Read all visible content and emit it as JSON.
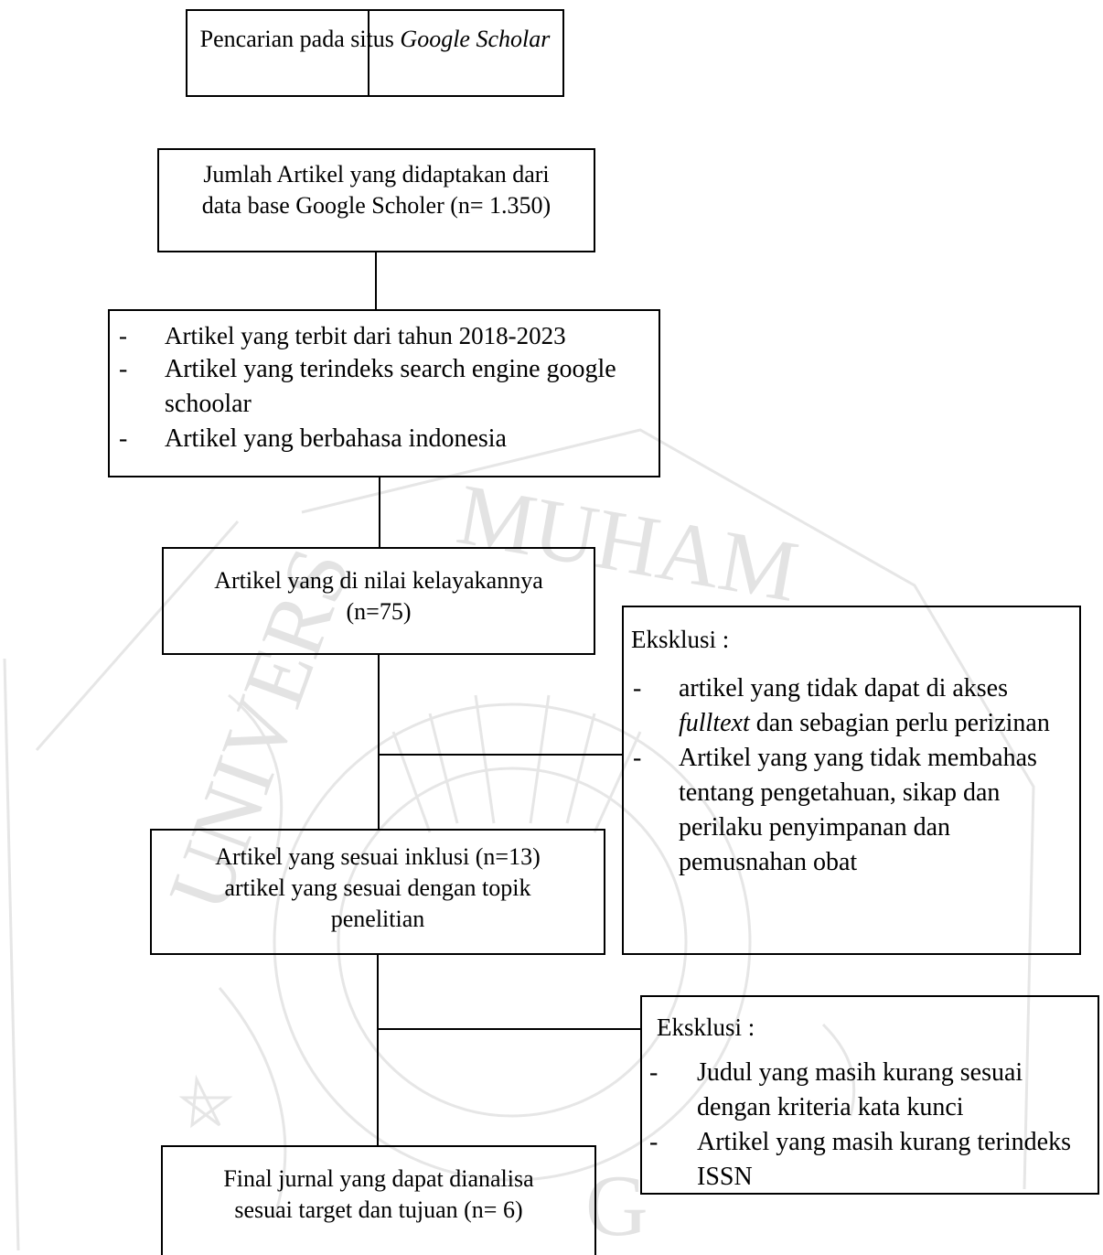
{
  "box1": {
    "text": "Pencarian pada situs ",
    "italic": "Google Scholar"
  },
  "box2": {
    "line1": "Jumlah Artikel yang didaptakan dari",
    "line2": "data base Google Scholer (n= 1.350)"
  },
  "box3": {
    "items": [
      {
        "bullet": "-",
        "text": "Artikel yang terbit dari tahun 2018-2023"
      },
      {
        "bullet": "-",
        "text": "Artikel yang terindeks search engine google schoolar"
      },
      {
        "bullet": "-",
        "text": "Artikel yang berbahasa indonesia"
      }
    ]
  },
  "box4": {
    "line1": "Artikel yang di nilai kelayakannya",
    "line2": "(n=75)"
  },
  "box5": {
    "line1": "Artikel yang sesuai inklusi (n=13)",
    "line2": "artikel yang sesuai dengan topik",
    "line3": "penelitian"
  },
  "box6": {
    "line1": "Final jurnal yang dapat dianalisa",
    "line2": "sesuai target dan tujuan (n= 6)"
  },
  "excl1": {
    "title": "Eksklusi :",
    "item1_bullet": "-",
    "item1_pre": "artikel yang tidak dapat di akses ",
    "item1_italic": "fulltext",
    "item1_post": " dan sebagian perlu perizinan",
    "item2_bullet": "-",
    "item2_text": "Artikel yang yang tidak membahas tentang pengetahuan, sikap dan perilaku penyimpanan dan pemusnahan obat"
  },
  "excl2": {
    "title": "Eksklusi :",
    "items": [
      {
        "bullet": "-",
        "text": "Judul yang masih kurang sesuai dengan kriteria kata kunci"
      },
      {
        "bullet": "-",
        "text": "Artikel yang masih kurang terindeks ISSN"
      }
    ]
  },
  "watermark": {
    "text_top": "MUHAM",
    "text_left": "UNIVERS",
    "text_bottom": "G",
    "color": "#e3e3e3"
  }
}
